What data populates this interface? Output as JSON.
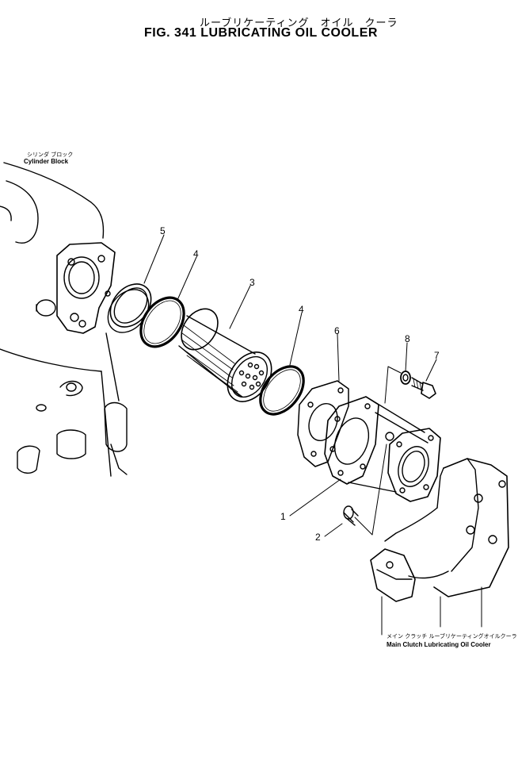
{
  "title": {
    "jp": "ルーブリケーティング　オイル　クーラ",
    "en": "FIG. 341  LUBRICATING  OIL  COOLER"
  },
  "labels": {
    "cylinder_block_jp": "シリンダ ブロック",
    "cylinder_block_en": "Cylinder Block",
    "main_clutch_jp": "メイン クラッチ ルーブリケーティングオイルクーラ",
    "main_clutch_en": "Main Clutch Lubricating Oil Cooler"
  },
  "callouts": [
    "5",
    "4",
    "3",
    "4",
    "6",
    "8",
    "7",
    "1",
    "2"
  ],
  "colors": {
    "line": "#000000",
    "background": "#ffffff"
  }
}
